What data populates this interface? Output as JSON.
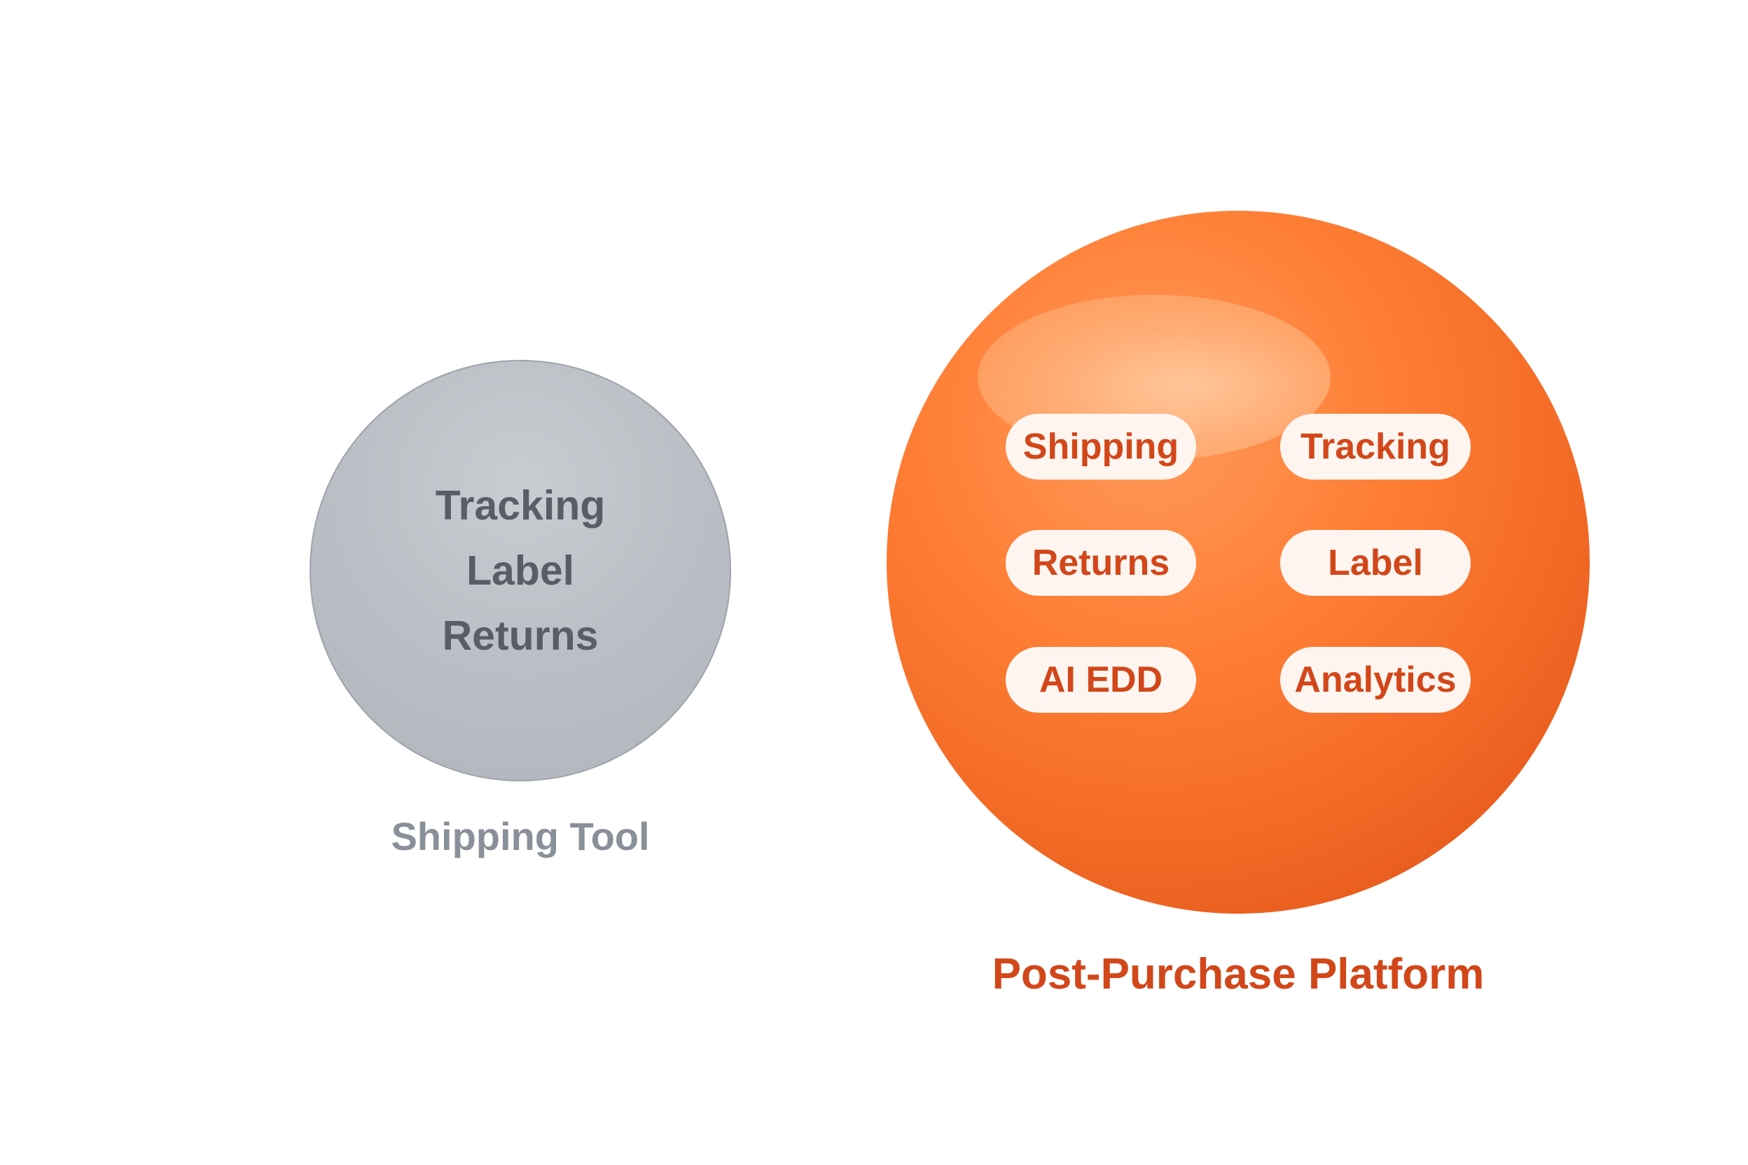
{
  "left": {
    "items": [
      "Tracking",
      "Label",
      "Returns"
    ],
    "caption": "Shipping Tool"
  },
  "right": {
    "features": [
      "Shipping",
      "Tracking",
      "Returns",
      "Label",
      "AI EDD",
      "Analytics"
    ],
    "caption": "Post-Purchase Platform"
  },
  "colors": {
    "gray_circle": "#bcc0c6",
    "gray_text": "#575e68",
    "gray_caption": "#8a9099",
    "orange_circle": "#f26a26",
    "orange_text": "#d2471a",
    "pill_fill": "#fff5f0"
  }
}
